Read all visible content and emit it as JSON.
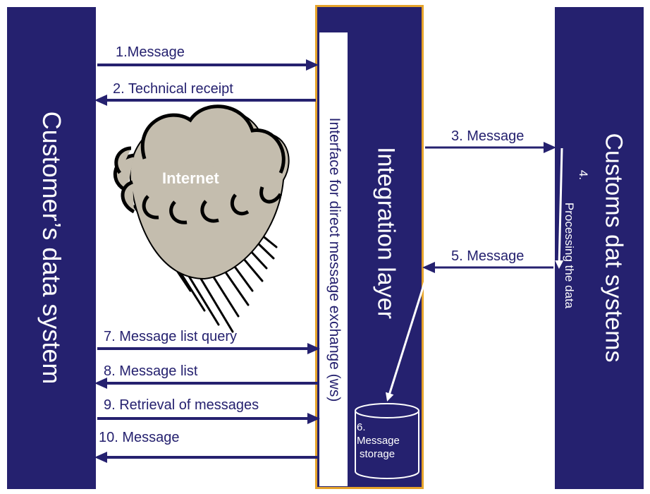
{
  "colors": {
    "navy": "#25216f",
    "gold": "#e6a42b",
    "cloud_fill": "#c4bdae",
    "white": "#ffffff"
  },
  "customer_system": {
    "label": "Customer’s data system"
  },
  "integration_layer": {
    "label": "Integration layer"
  },
  "interface": {
    "label": "Interface for direct message exchange (ws)"
  },
  "customs_systems": {
    "label": "Customs dat systems"
  },
  "cloud": {
    "icon": "cloud-rain-icon",
    "label": "Internet"
  },
  "storage": {
    "icon": "database-cylinder-icon",
    "label_num": "6.",
    "label_line1": "Message",
    "label_line2": "storage"
  },
  "processing": {
    "label_num": "4.",
    "label_text": "Processing the data"
  },
  "messages": [
    {
      "label": "1.Message"
    },
    {
      "label": "2. Technical receipt"
    },
    {
      "label": "3. Message"
    },
    {
      "label": "5. Message"
    },
    {
      "label": "7. Message list  query"
    },
    {
      "label": "8. Message list"
    },
    {
      "label": "9. Retrieval of messages"
    },
    {
      "label": "10. Message"
    }
  ]
}
